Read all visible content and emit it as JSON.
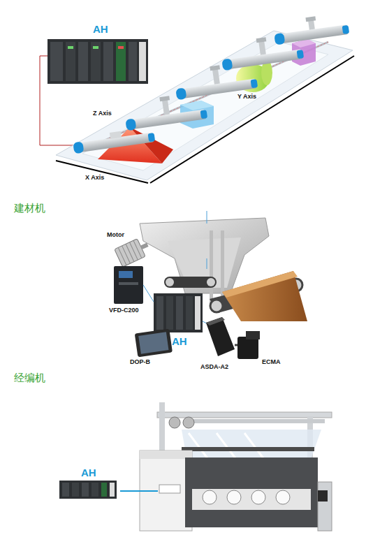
{
  "diagram": {
    "labels": [
      "AH",
      "Z Axis",
      "Y Axis",
      "X Axis",
      "建材机",
      "Motor",
      "VFD-C200",
      "AH",
      "DOP-B",
      "ASDA-A2",
      "ECMA",
      "经编机",
      "AH"
    ]
  }
}
